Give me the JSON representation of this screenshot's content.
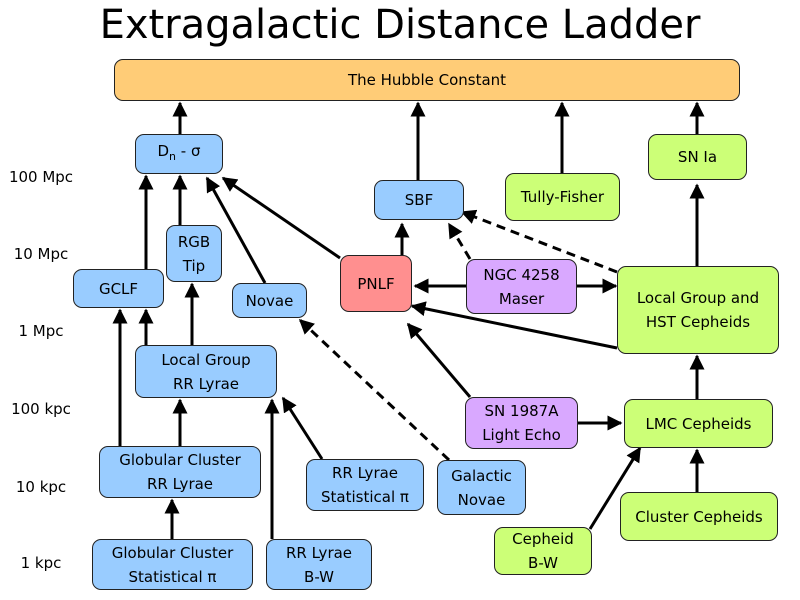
{
  "title": "Extragalactic Distance Ladder",
  "scale": [
    "100 Mpc",
    "10 Mpc",
    "1 Mpc",
    "100 kpc",
    "10 kpc",
    "1 kpc"
  ],
  "nodes": {
    "hubble": [
      "The Hubble Constant"
    ],
    "dn_main": "D",
    "dn_sub": "n",
    "dn_rest": " - σ",
    "sn_ia": [
      "SN Ia"
    ],
    "sbf": [
      "SBF"
    ],
    "tully": [
      "Tully-Fisher"
    ],
    "rgb": [
      "RGB",
      "Tip"
    ],
    "gclf": [
      "GCLF"
    ],
    "novae": [
      "Novae"
    ],
    "pnlf": [
      "PNLF"
    ],
    "ngc": [
      "NGC 4258",
      "Maser"
    ],
    "lg_hst": [
      "Local Group and",
      "HST Cepheids"
    ],
    "lg_rr": [
      "Local Group",
      "RR Lyrae"
    ],
    "sn87": [
      "SN 1987A",
      "Light Echo"
    ],
    "lmc": [
      "LMC Cepheids"
    ],
    "gc_rr": [
      "Globular Cluster",
      "RR Lyrae"
    ],
    "rr_stat": [
      "RR Lyrae",
      "Statistical π"
    ],
    "gal_novae": [
      "Galactic",
      "Novae"
    ],
    "cluster_ceph": [
      "Cluster Cepheids"
    ],
    "gc_stat": [
      "Globular Cluster",
      "Statistical π"
    ],
    "rr_bw": [
      "RR Lyrae",
      "B-W"
    ],
    "ceph_bw": [
      "Cepheid",
      "B-W"
    ]
  },
  "colors": {
    "blue": "#99ccff",
    "green": "#ccff77",
    "purple": "#d9a8ff",
    "red": "#ff8f8f",
    "orange": "#ffcc77"
  }
}
